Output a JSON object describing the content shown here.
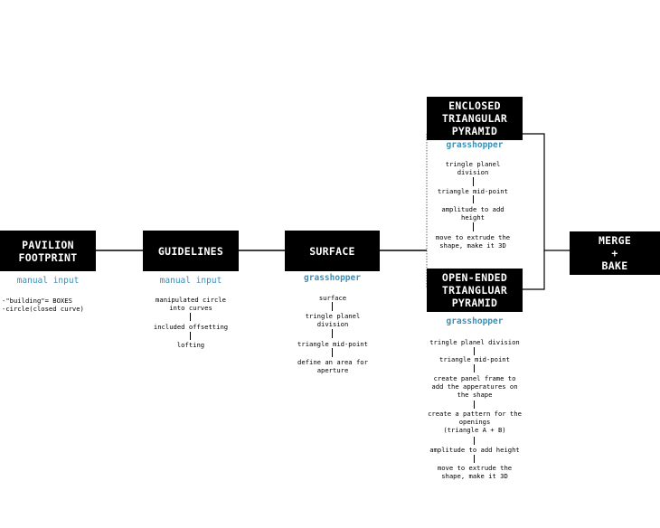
{
  "nodes": {
    "pavilion": {
      "title": "PAVILION\nFOOTPRINT",
      "tool": "manual input",
      "steps": [
        "-\"building\"= BOXES\n-circle(closed curve)"
      ]
    },
    "guidelines": {
      "title": "GUIDELINES",
      "tool": "manual input",
      "steps": [
        "manipulated circle\ninto curves",
        "included offsetting",
        "lofting"
      ]
    },
    "surface": {
      "title": "SURFACE",
      "tool": "grasshopper",
      "steps": [
        "surface",
        "tringle planel\ndivision",
        "triangle mid-point",
        "define an area for\naperture"
      ]
    },
    "enclosed": {
      "title": "ENCLOSED\nTRIANGULAR\nPYRAMID",
      "tool": "grasshopper",
      "steps": [
        "tringle planel\ndivision",
        "triangle mid-point",
        "amplitude to add\nheight",
        "move to extrude the\nshape, make it 3D"
      ]
    },
    "open_ended": {
      "title": "OPEN-ENDED\nTRIANGLUAR\nPYRAMID",
      "tool": "grasshopper",
      "steps": [
        "tringle planel division",
        "triangle mid-point",
        "create panel frame to\nadd the apperatures on\nthe shape",
        "create a pattern for the\nopenings\n(triangle A + B)",
        "amplitude to add height",
        "move to extrude the\nshape, make it 3D"
      ]
    },
    "merge": {
      "title": "MERGE\n+\nBAKE"
    }
  }
}
